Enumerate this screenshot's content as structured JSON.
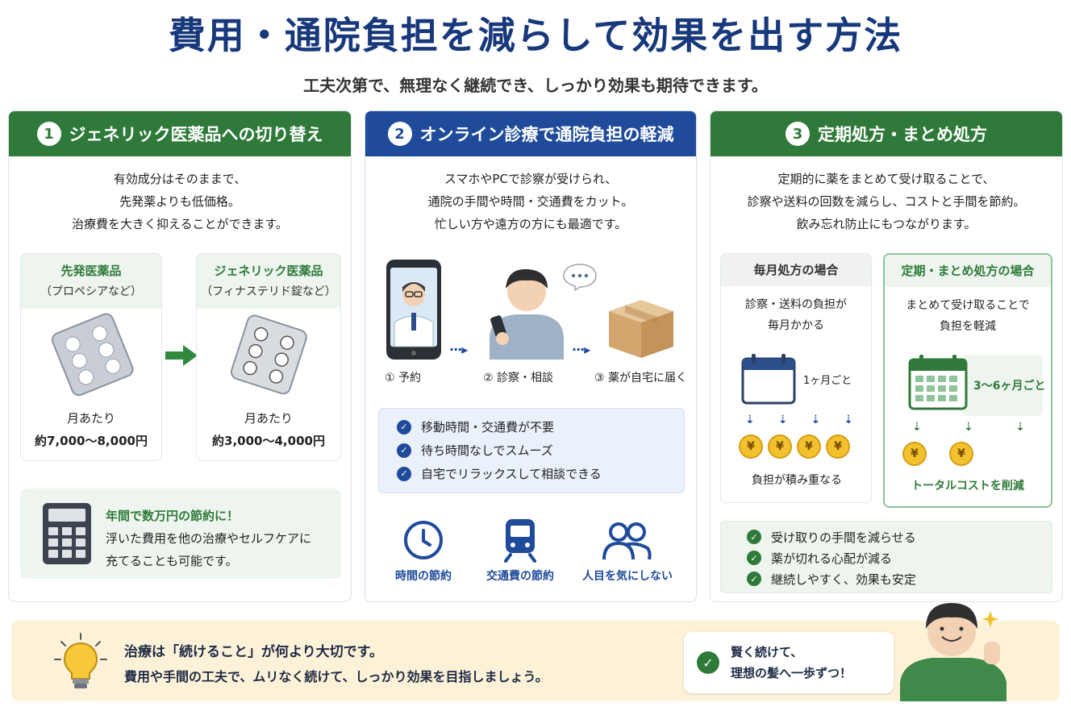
{
  "title": "費用・通院負担を減らして効果を出す方法",
  "subtitle": "工夫次第で、無理なく継続でき、しっかり効果も期待できます。",
  "colors": {
    "navy": "#17387a",
    "green": "#2f7a3a",
    "blue": "#1f4b9a",
    "coin": "#f2c22e",
    "cream": "#fdf2d8"
  },
  "card1": {
    "num": "1",
    "title": "ジェネリック医薬品への切り替え",
    "desc": [
      "有効成分はそのままで、",
      "先発薬よりも低価格。",
      "治療費を大きく抑えることができます。"
    ],
    "left": {
      "name": "先発医薬品",
      "example": "（プロペシアなど）",
      "per": "月あたり",
      "price": "約7,000〜8,000円"
    },
    "right": {
      "name": "ジェネリック医薬品",
      "example": "（フィナステリド錠など）",
      "per": "月あたり",
      "price": "約3,000〜4,000円"
    },
    "savings_title": "年間で数万円の節約に！",
    "savings_text": [
      "浮いた費用を他の治療やセルフケアに",
      "充てることも可能です。"
    ]
  },
  "card2": {
    "num": "2",
    "title": "オンライン診療で通院負担の軽減",
    "desc": [
      "スマホやPCで診察が受けられ、",
      "通院の手間や時間・交通費をカット。",
      "忙しい方や遠方の方にも最適です。"
    ],
    "steps": [
      "① 予約",
      "② 診察・相談",
      "③ 薬が自宅に届く"
    ],
    "checks": [
      "移動時間・交通費が不要",
      "待ち時間なしでスムーズ",
      "自宅でリラックスして相談できる"
    ],
    "benefits": [
      "時間の節約",
      "交通費の節約",
      "人目を気にしない"
    ]
  },
  "card3": {
    "num": "3",
    "title": "定期処方・まとめ処方",
    "desc": [
      "定期的に薬をまとめて受け取ることで、",
      "診察や送料の回数を減らし、コストと手間を節約。",
      "飲み忘れ防止にもつながります。"
    ],
    "monthly": {
      "title": "毎月処方の場合",
      "desc": [
        "診察・送料の負担が",
        "毎月かかる"
      ],
      "interval": "1ヶ月ごと",
      "result": "負担が積み重なる"
    },
    "bulk": {
      "title": "定期・まとめ処方の場合",
      "desc": [
        "まとめて受け取ることで",
        "負担を軽減"
      ],
      "interval": "3〜6ヶ月ごと",
      "result": "トータルコストを削減"
    },
    "coin_symbol": "¥",
    "checks": [
      "受け取りの手間を減らせる",
      "薬が切れる心配が減る",
      "継続しやすく、効果も安定"
    ]
  },
  "bottom": {
    "line1": "治療は「続けること」が何より大切です。",
    "line2": "費用や手間の工夫で、ムリなく続けて、しっかり効果を目指しましょう。",
    "bubble": [
      "賢く続けて、",
      "理想の髪へ一歩ずつ！"
    ]
  }
}
